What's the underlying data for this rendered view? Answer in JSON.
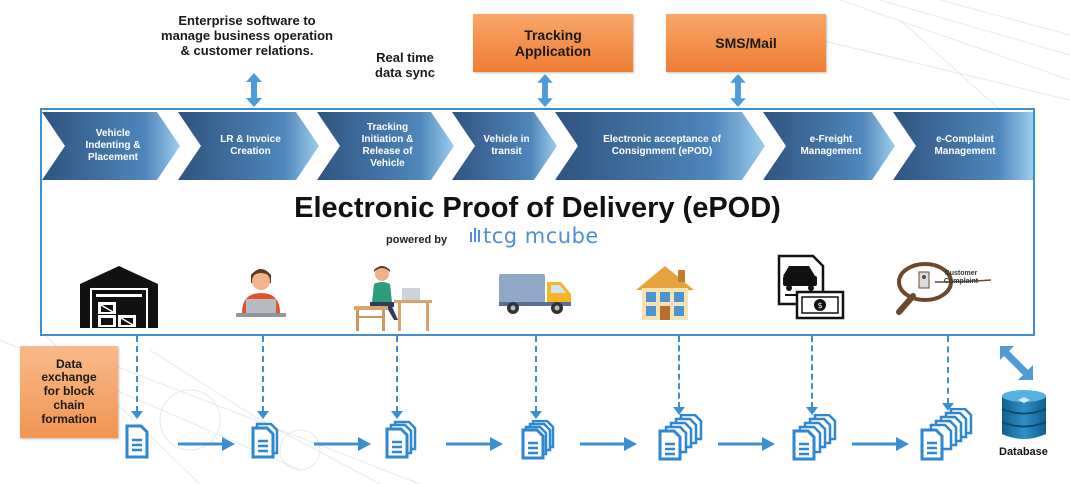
{
  "top_labels": {
    "enterprise": [
      "Enterprise software to",
      "manage business operation",
      "& customer relations."
    ],
    "realtime": [
      "Real time",
      "data sync"
    ],
    "tracking_app": [
      "Tracking",
      "Application"
    ],
    "sms_mail": "SMS/Mail"
  },
  "process_steps": [
    {
      "label": [
        "Vehicle",
        "Indenting &",
        "Placement"
      ]
    },
    {
      "label": [
        "LR & Invoice",
        "Creation"
      ]
    },
    {
      "label": [
        "Tracking",
        "Initiation &",
        "Release of",
        "Vehicle"
      ]
    },
    {
      "label": [
        "Vehicle in",
        "transit"
      ]
    },
    {
      "label": [
        "Electronic acceptance of",
        "Consignment (ePOD)"
      ]
    },
    {
      "label": [
        "e-Freight",
        "Management"
      ]
    },
    {
      "label": [
        "e-Complaint",
        "Management"
      ]
    }
  ],
  "title": "Electronic Proof of Delivery (ePOD)",
  "powered_by": "powered by",
  "brand": "tcg mcube",
  "icons": [
    "warehouse-icon",
    "person-laptop-icon",
    "person-desk-icon",
    "truck-icon",
    "house-icon",
    "freight-invoice-icon",
    "customer-complaint-icon"
  ],
  "complaint_icon_text": [
    "Customer",
    "Complaint"
  ],
  "data_exchange": [
    "Data",
    "exchange",
    "for block",
    "chain",
    "formation"
  ],
  "database_label": "Database",
  "colors": {
    "chevron_dark": "#345a86",
    "chevron_light": "#8cc4ea",
    "accent_blue": "#3d8fd1",
    "orange": "#ef7d34"
  }
}
